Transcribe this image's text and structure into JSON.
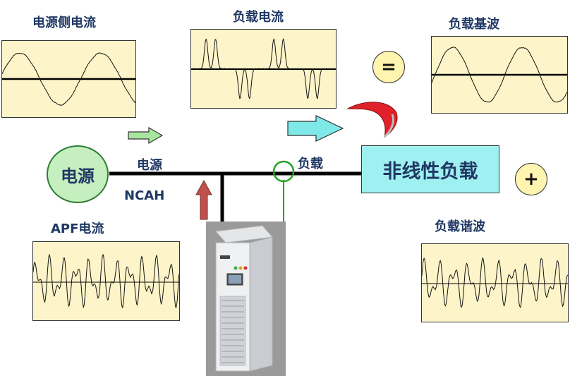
{
  "labels": {
    "source_current": "电源侧电流",
    "load_current": "负载电流",
    "load_fundamental": "负载基波",
    "apf_current": "APF电流",
    "load_harmonic": "负载谐波",
    "source_node": "电源",
    "source_line": "电源",
    "load_line": "负载",
    "ncah": "NCAH",
    "nonlinear_load": "非线性负载",
    "equals": "=",
    "plus": "+"
  },
  "colors": {
    "title_text": "#1f3864",
    "panel_fill": "#fdf5c9",
    "source_circle": "#c6efc0",
    "source_circle_border": "#2e7d32",
    "load_box": "#9ff0f0",
    "arrow_cyan": "#7fe8e8",
    "arrow_green": "#a8e6a0",
    "arrow_red": "#c0504d",
    "sensor_green": "#22a322",
    "sign_circle": "#fff5b0"
  },
  "icons": {
    "device": "apf-cabinet-icon",
    "flow_arrow": "right-arrow-icon",
    "return_arrow": "curved-arrow-icon",
    "inject_arrow": "up-arrow-icon"
  }
}
